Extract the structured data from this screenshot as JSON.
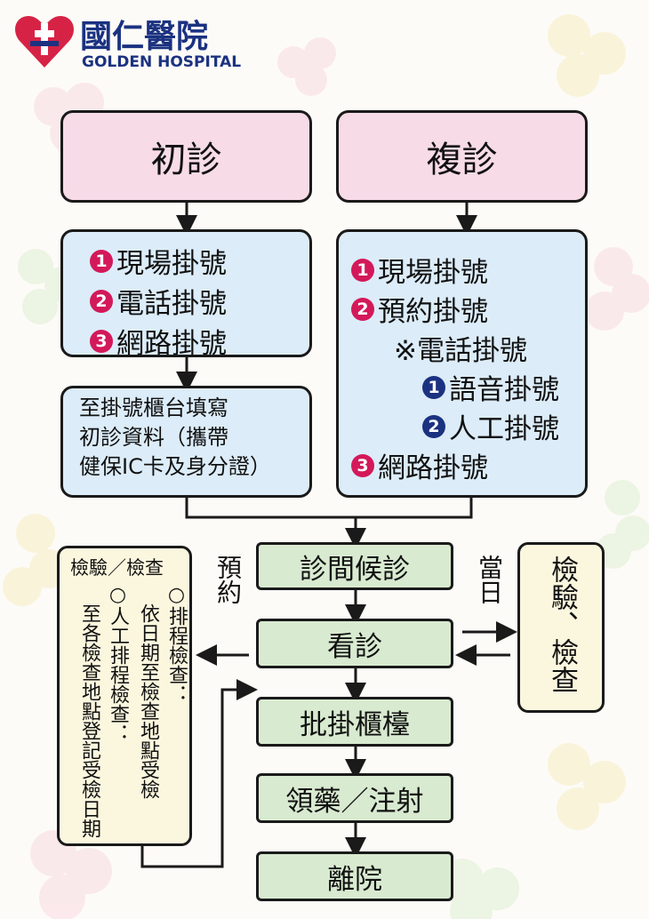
{
  "logo": {
    "name_zh": "國仁醫院",
    "name_en": "GOLDEN HOSPITAL"
  },
  "first_visit": {
    "title": "初診",
    "methods": [
      {
        "num": "1",
        "label": "現場掛號"
      },
      {
        "num": "2",
        "label": "電話掛號"
      },
      {
        "num": "3",
        "label": "網路掛號"
      }
    ],
    "note_lines": [
      "至掛號櫃台填寫",
      "初診資料（攜帶",
      "健保IC卡及身分證）"
    ]
  },
  "return_visit": {
    "title": "複診",
    "method1": {
      "num": "1",
      "label": "現場掛號"
    },
    "method2": {
      "num": "2",
      "label": "預約掛號"
    },
    "phone_label": "※電話掛號",
    "phone_options": [
      {
        "num": "1",
        "label": "語音掛號"
      },
      {
        "num": "2",
        "label": "人工掛號"
      }
    ],
    "method3": {
      "num": "3",
      "label": "網路掛號"
    }
  },
  "flow": {
    "waiting": "診間候診",
    "consult": "看診",
    "billing": "批掛櫃檯",
    "medicine": "領藥／注射",
    "discharge": "離院"
  },
  "labels": {
    "appointment": "預約",
    "same_day": "當日"
  },
  "exam_box": {
    "text": "檢驗、檢查"
  },
  "schedule_box": {
    "title": "檢驗／檢查",
    "item1_head": "排程檢查：",
    "item1_body": "依日期至檢查地點受檢",
    "item2_head": "人工排程檢查：",
    "item2_body": "至各檢查地點登記受檢日期"
  },
  "colors": {
    "num_red": "#d3195a",
    "num_navy": "#1b3281",
    "pink_box": "#f7dbe7",
    "blue_box": "#dcecf8",
    "green_box": "#d8ead0",
    "cream_box": "#fbf6de",
    "logo_blue": "#1b3281",
    "logo_red": "#d62345"
  }
}
